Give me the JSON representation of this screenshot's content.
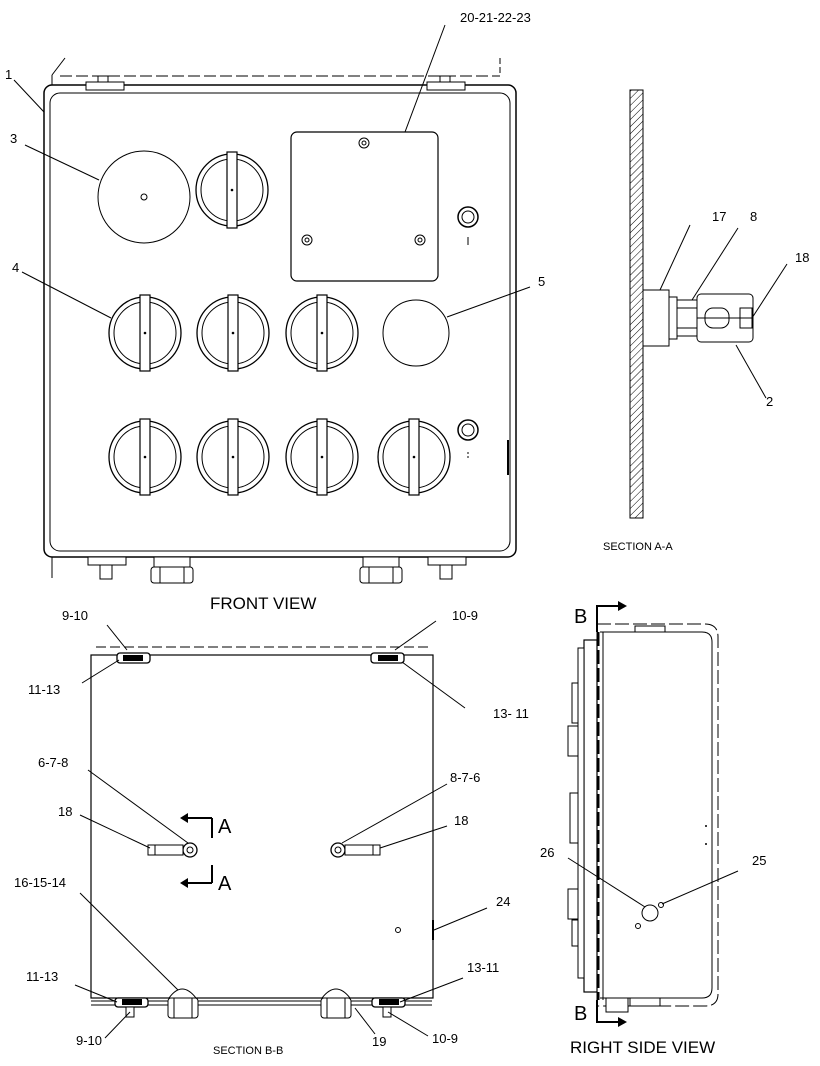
{
  "callouts": {
    "c_20_23": "20-21-22-23",
    "c_1": "1",
    "c_3": "3",
    "c_4": "4",
    "c_5": "5",
    "c_17": "17",
    "c_8": "8",
    "c_18_side": "18",
    "c_2": "2",
    "c_9_10_top": "9-10",
    "c_10_9_top": "10-9",
    "c_11_13_top": "11-13",
    "c_13_11_top": "13- 11",
    "c_6_7_8": "6-7-8",
    "c_8_7_6": "8-7-6",
    "c_18_left": "18",
    "c_18_right": "18",
    "c_16_15_14": "16-15-14",
    "c_24": "24",
    "c_11_13_bot": "11-13",
    "c_13_11_bot": "13-11",
    "c_9_10_bot": "9-10",
    "c_10_9_bot": "10-9",
    "c_19": "19",
    "c_26": "26",
    "c_25": "25"
  },
  "section_markers": {
    "a_upper": "A",
    "a_lower": "A",
    "b_upper": "B",
    "b_lower": "B"
  },
  "view_titles": {
    "front": "FRONT VIEW",
    "section_aa": "SECTION A-A",
    "section_bb": "SECTION B-B",
    "right_side": "RIGHT SIDE VIEW"
  }
}
